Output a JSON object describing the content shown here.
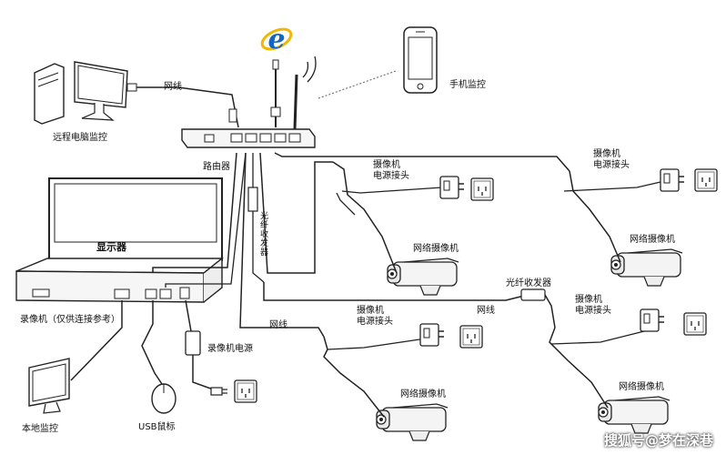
{
  "labels": {
    "wire_top": "网线",
    "remote": "远程电脑监控",
    "phone": "手机监控",
    "router": "路由器",
    "display": "显示器",
    "nvr": "录像机（仅供连接参考）",
    "fiber_vertical": "光纤收发器",
    "cam_power_1": "摄像机\n电源接头",
    "cam_power_2": "摄像机\n电源接头",
    "cam_power_3": "摄像机\n电源接头",
    "cam_power_4": "摄像机\n电源接头",
    "net_cam_1": "网络摄像机",
    "net_cam_2": "网络摄像机",
    "net_cam_3": "网络摄像机",
    "net_cam_4": "网络摄像机",
    "fiber_mid": "光纤收发器",
    "wire_left": "网线",
    "wire_mid": "网线",
    "nvr_power": "录像机电源",
    "local": "本地监控",
    "usb_mouse": "USB鼠标",
    "watermark": "搜狐号@梦在深巷"
  },
  "icons": [
    "ie-icon",
    "wifi-signal-icon",
    "smartphone-icon",
    "desktop-pc-icon",
    "router-icon",
    "monitor-icon",
    "nvr-icon",
    "ip-camera-icon",
    "power-adapter-icon",
    "wall-socket-icon",
    "mouse-icon",
    "fiber-transceiver-icon"
  ],
  "colors": {
    "line": "#222222",
    "ie_blue": "#1565c0",
    "ie_ring": "#f2b705"
  }
}
